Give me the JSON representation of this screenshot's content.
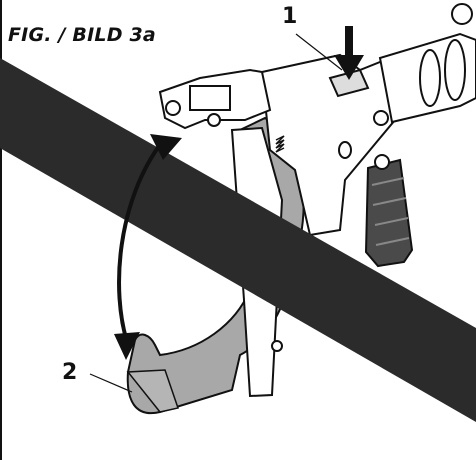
{
  "figure": {
    "caption": "FIG. / BILD 3a",
    "callouts": [
      "1",
      "2"
    ],
    "colors": {
      "band": "#2b2b2b",
      "jaw": "#a8a8a8",
      "body": "#ffffff",
      "outline": "#111111"
    }
  }
}
